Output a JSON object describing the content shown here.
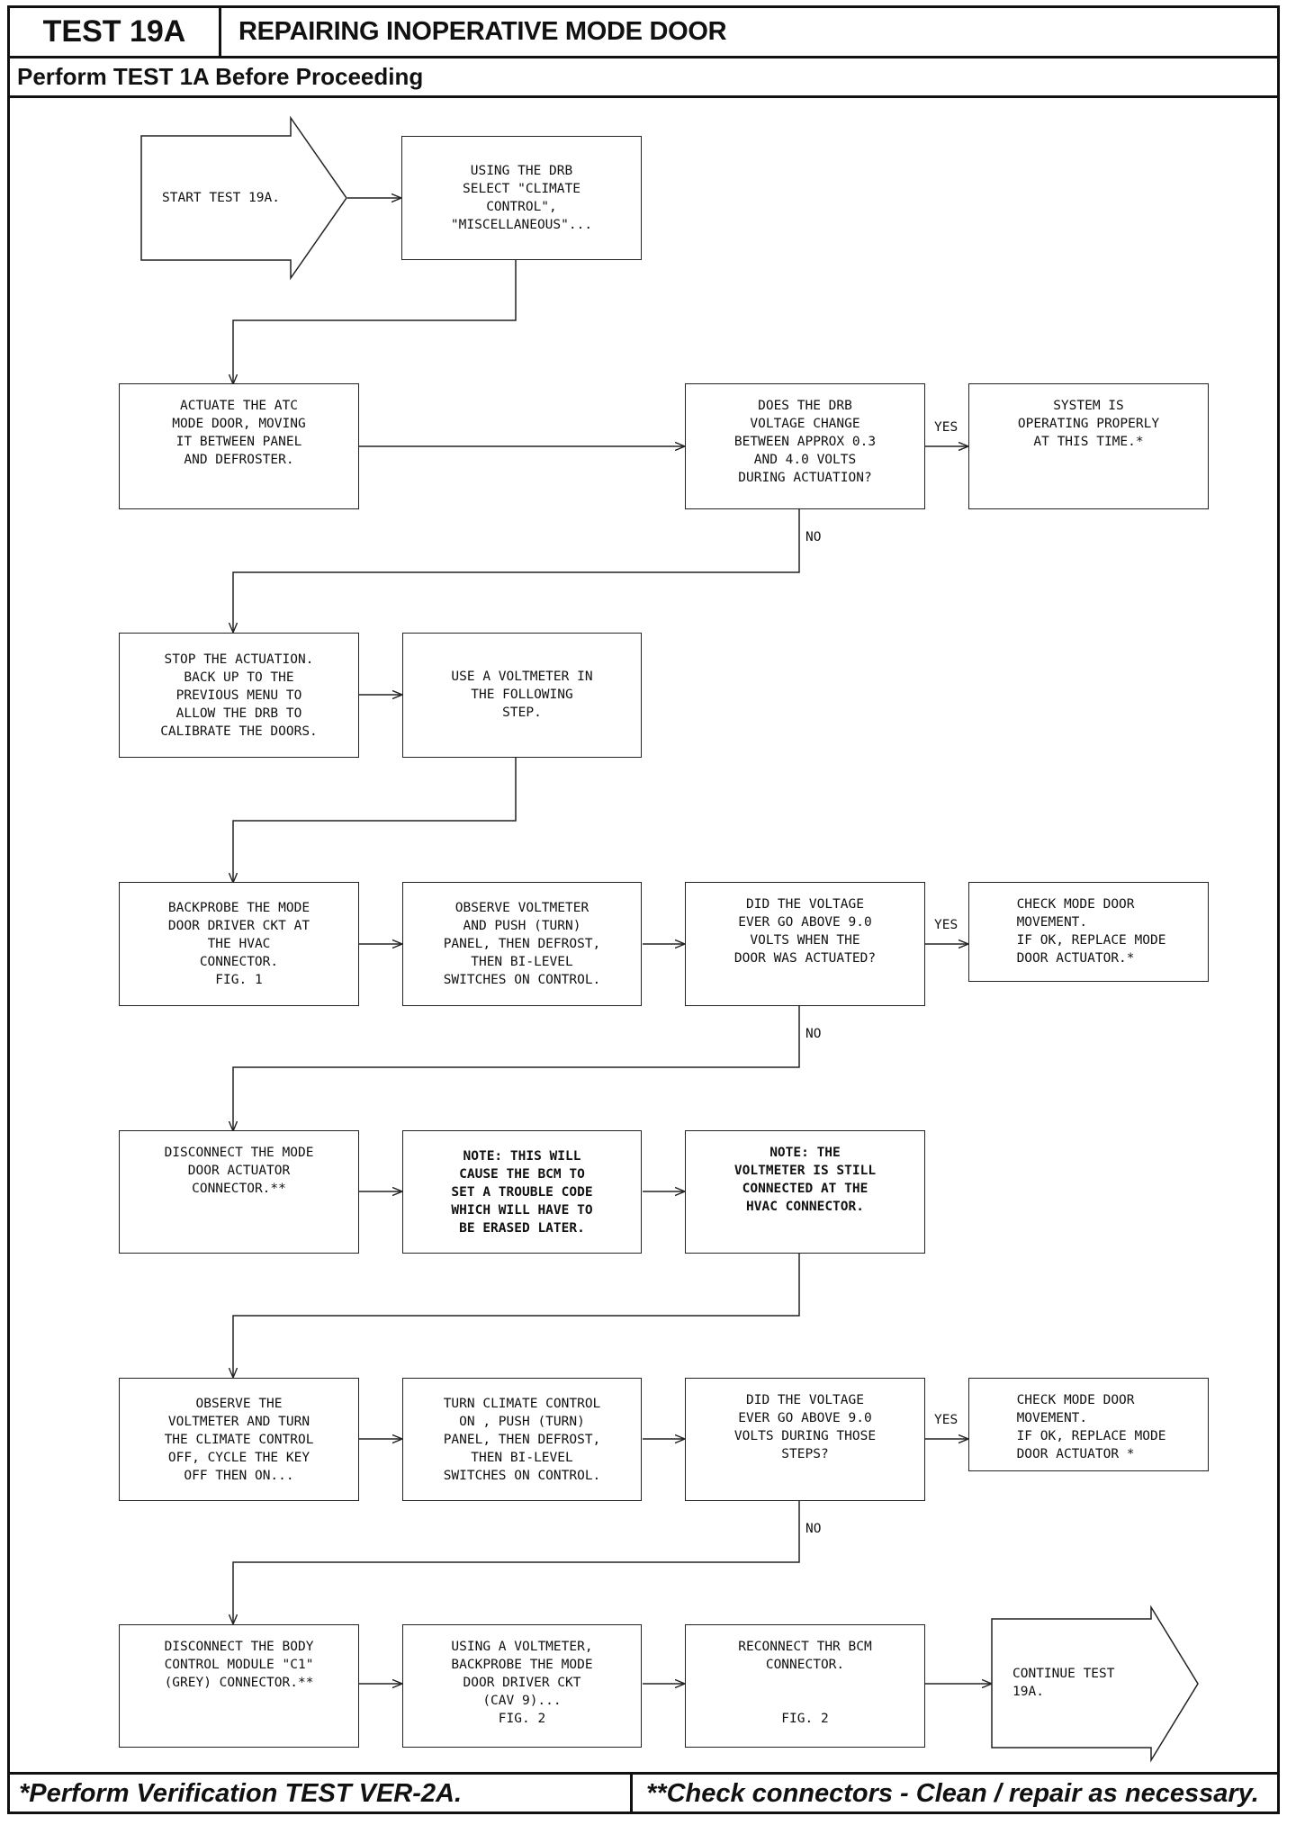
{
  "header": {
    "test_id": "TEST 19A",
    "title": "REPAIRING INOPERATIVE MODE DOOR",
    "prerequisite": "Perform TEST 1A Before Proceeding"
  },
  "footer": {
    "left": "*Perform Verification TEST VER-2A.",
    "right": "**Check connectors - Clean / repair as necessary."
  },
  "labels": {
    "yes": "YES",
    "no": "NO"
  },
  "steps": {
    "start": "START TEST 19A.",
    "drb_select": "USING THE DRB\nSELECT \"CLIMATE\nCONTROL\",\n\"MISCELLANEOUS\"...",
    "actuate": "ACTUATE THE ATC\nMODE DOOR, MOVING\nIT BETWEEN PANEL\nAND DEFROSTER.",
    "q_drb_voltage": "DOES THE DRB\nVOLTAGE CHANGE\nBETWEEN APPROX 0.3\nAND 4.0 VOLTS\nDURING ACTUATION?",
    "system_ok": "SYSTEM IS\nOPERATING PROPERLY\nAT THIS TIME.*",
    "stop_actuation": "STOP THE ACTUATION.\nBACK UP TO THE\nPREVIOUS MENU TO\nALLOW THE DRB TO\nCALIBRATE THE DOORS.",
    "use_voltmeter": "USE A VOLTMETER IN\nTHE FOLLOWING\nSTEP.",
    "backprobe": "BACKPROBE THE MODE\nDOOR DRIVER CKT AT\nTHE HVAC\nCONNECTOR.\nFIG. 1",
    "observe_push": "OBSERVE VOLTMETER\nAND PUSH (TURN)\nPANEL, THEN DEFROST,\nTHEN BI-LEVEL\nSWITCHES ON CONTROL.",
    "q_above_9_actuated": "DID THE VOLTAGE\nEVER GO ABOVE 9.0\nVOLTS WHEN THE\nDOOR WAS ACTUATED?",
    "check_door_1": "CHECK MODE DOOR\nMOVEMENT.\nIF OK, REPLACE MODE\nDOOR ACTUATOR.*",
    "disconnect_actuator": "DISCONNECT THE MODE\nDOOR ACTUATOR\nCONNECTOR.**",
    "note_trouble_code": "NOTE: THIS WILL\nCAUSE THE BCM TO\nSET A TROUBLE CODE\nWHICH WILL HAVE TO\nBE ERASED LATER.",
    "note_still_connected": "NOTE: THE\nVOLTMETER IS STILL\nCONNECTED AT THE\nHVAC CONNECTOR.",
    "observe_turn": "OBSERVE THE\nVOLTMETER AND TURN\nTHE CLIMATE CONTROL\nOFF, CYCLE THE KEY\nOFF THEN ON...",
    "turn_climate": "TURN CLIMATE CONTROL\nON , PUSH (TURN)\nPANEL, THEN DEFROST,\nTHEN BI-LEVEL\nSWITCHES ON CONTROL.",
    "q_above_9_steps": "DID THE VOLTAGE\nEVER GO ABOVE 9.0\nVOLTS DURING THOSE\nSTEPS?",
    "check_door_2": "CHECK MODE DOOR\nMOVEMENT.\nIF OK, REPLACE MODE\nDOOR ACTUATOR *",
    "disconnect_bcm": "DISCONNECT THE BODY\nCONTROL MODULE \"C1\"\n(GREY) CONNECTOR.**",
    "backprobe_cav9": "USING A VOLTMETER,\nBACKPROBE THE MODE\nDOOR DRIVER CKT\n(CAV 9)...\nFIG. 2",
    "reconnect_bcm": "RECONNECT THR BCM\nCONNECTOR.\n\n\nFIG. 2",
    "continue": "CONTINUE TEST\n19A."
  }
}
